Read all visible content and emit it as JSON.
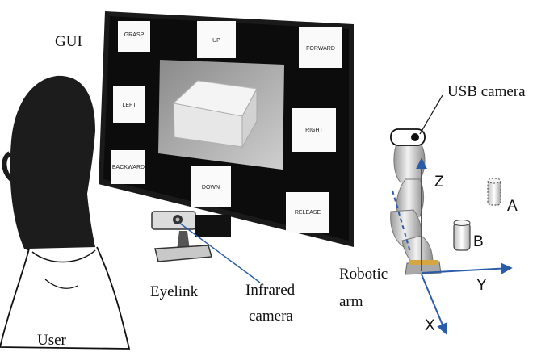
{
  "labels": {
    "gui": "GUI",
    "user": "User",
    "eyelink": "Eyelink",
    "infrared_camera_line1": "Infrared",
    "infrared_camera_line2": "camera",
    "usb_camera": "USB camera",
    "robotic_arm_line1": "Robotic",
    "robotic_arm_line2": "arm",
    "axis_x": "X",
    "axis_y": "Y",
    "axis_z": "Z",
    "object_a": "A",
    "object_b": "B"
  },
  "gui_commands": {
    "grasp": "GRASP",
    "up": "UP",
    "forward": "FORWARD",
    "left": "LEFT",
    "right": "RIGHT",
    "backward": "BACKWARD",
    "down": "DOWN",
    "release": "RELEASE"
  },
  "colors": {
    "screen": "#0c0c0c",
    "button": "#fafafa",
    "axis_arrow": "#2a5ca8",
    "pointer_line": "#2a5ca8",
    "arm": "#c9c9c9"
  }
}
